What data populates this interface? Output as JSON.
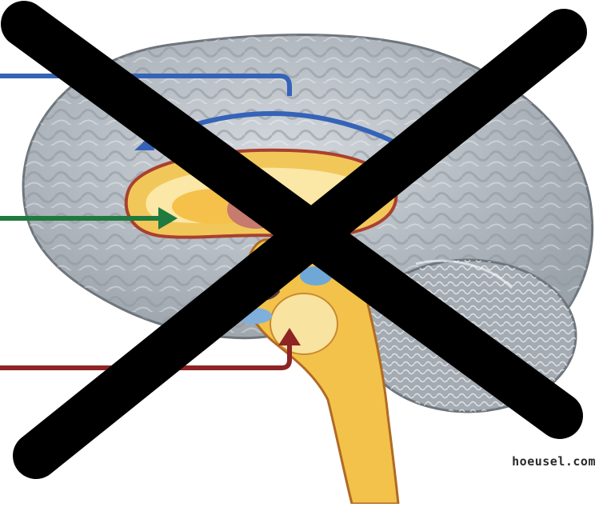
{
  "figure": {
    "credit": "hoeusel.com"
  },
  "colors": {
    "cortex": "#b9bfc6",
    "cortex_shadow": "#8d949c",
    "limbic": "#f6d36a",
    "limbic_light": "#fbe7a6",
    "brainstem": "#f3c24a",
    "thalamus": "#c77a6e",
    "cerebellum": "#9aa1a8",
    "pointer_cortex": "#3563b8",
    "pointer_limbic": "#1f7a3f",
    "pointer_brainstem": "#8e2424",
    "cross_mark": "#000000"
  },
  "pointers": [
    {
      "name": "cortex-pointer",
      "color_key": "pointer_cortex"
    },
    {
      "name": "limbic-pointer",
      "color_key": "pointer_limbic"
    },
    {
      "name": "brainstem-pointer",
      "color_key": "pointer_brainstem"
    }
  ],
  "icons": {
    "overlay": "cross-mark-icon"
  }
}
